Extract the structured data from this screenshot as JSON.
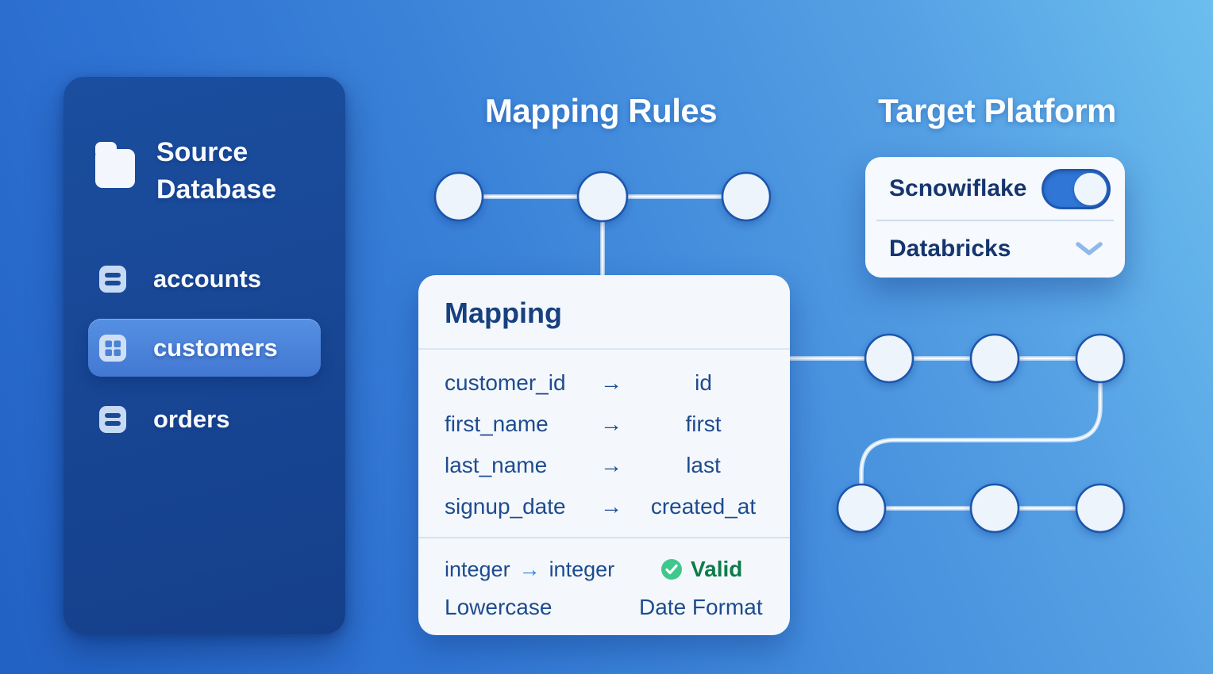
{
  "sidebar": {
    "icon": "folder-icon",
    "title": "Source Database",
    "items": [
      {
        "label": "accounts",
        "icon": "table-rows-icon",
        "active": false
      },
      {
        "label": "customers",
        "icon": "table-grid-icon",
        "active": true
      },
      {
        "label": "orders",
        "icon": "table-rows-icon",
        "active": false
      }
    ]
  },
  "mapping_rules": {
    "title": "Mapping Rules",
    "card": {
      "title": "Mapping",
      "rows": [
        {
          "source": "customer_id",
          "arrow": "→",
          "target": "id"
        },
        {
          "source": "first_name",
          "arrow": "→",
          "target": "first"
        },
        {
          "source": "last_name",
          "arrow": "→",
          "target": "last"
        },
        {
          "source": "signup_date",
          "arrow": "→",
          "target": "created_at"
        }
      ],
      "footer": {
        "type_mapping": {
          "from": "integer",
          "arrow": "→",
          "to": "integer"
        },
        "validation": {
          "icon": "check-icon",
          "label": "Valid"
        },
        "transforms": [
          "Lowercase",
          "Date Format"
        ]
      }
    }
  },
  "target_platform": {
    "title": "Target Platform",
    "options": [
      {
        "label": "Scnowiflake",
        "control": "toggle-on"
      },
      {
        "label": "Databricks",
        "control": "chevron-down-icon"
      }
    ]
  },
  "colors": {
    "background_light": "#6cbeee",
    "background_dark": "#2161c3",
    "sidebar_panel": "#174491",
    "selection_pill": "#4a84da",
    "card_background": "#f4f8fc",
    "navy_text": "#1e4b8f",
    "accent_blue": "#2e7de0",
    "toggle_track": "#2f76d6",
    "connector_line": "#cfe3f8",
    "node_fill": "#edf4fc",
    "node_stroke": "#1d56ab",
    "valid_green": "#3fc88c",
    "valid_text_green": "#0e7c4a"
  }
}
